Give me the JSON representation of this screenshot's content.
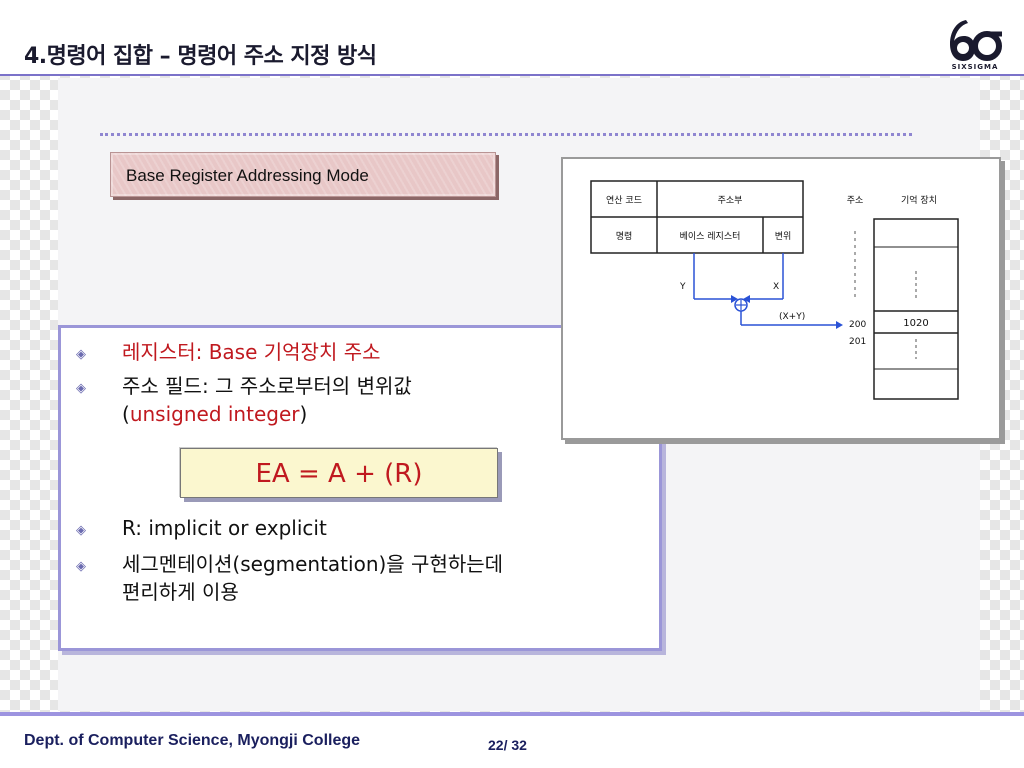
{
  "slide": {
    "title": "4.명령어 집합 – 명령어  주소 지정 방식",
    "logo_text": "SIXSIGMA",
    "section_label": "Base Register Addressing Mode"
  },
  "bullets": {
    "b1": {
      "prefix": "레지스터: ",
      "highlight": "Base 기억장치 주소"
    },
    "b2": {
      "line1": "주소 필드: 그 주소로부터의 변위값",
      "open": "(",
      "highlight": "unsigned integer",
      "close": ")"
    },
    "b3": {
      "text": "R: implicit or explicit"
    },
    "b4": {
      "line1": "세그멘테이션(segmentation)을 구현하는데",
      "line2": "편리하게 이용"
    }
  },
  "formula": "EA = A + (R)",
  "diagram": {
    "header_opcode": "연산 코드",
    "header_address": "주소부",
    "cell_op": "명령",
    "cell_base_reg": "베이스 레지스터",
    "cell_disp": "변위",
    "label_y": "Y",
    "label_x": "X",
    "label_sum": "(X+Y)",
    "mem_header_addr": "주소",
    "mem_header_device": "기억 장치",
    "addr_200": "200",
    "addr_201": "201",
    "mem_value": "1020"
  },
  "footer": {
    "dept": "Dept. of Computer Science, Myongji College",
    "page": "22/ 32"
  },
  "colors": {
    "accent_rule": "#7b72c9",
    "highlight_red": "#c0191f",
    "formula_bg": "#fbf7cf",
    "label_box_bg": "#e8c7c7"
  }
}
